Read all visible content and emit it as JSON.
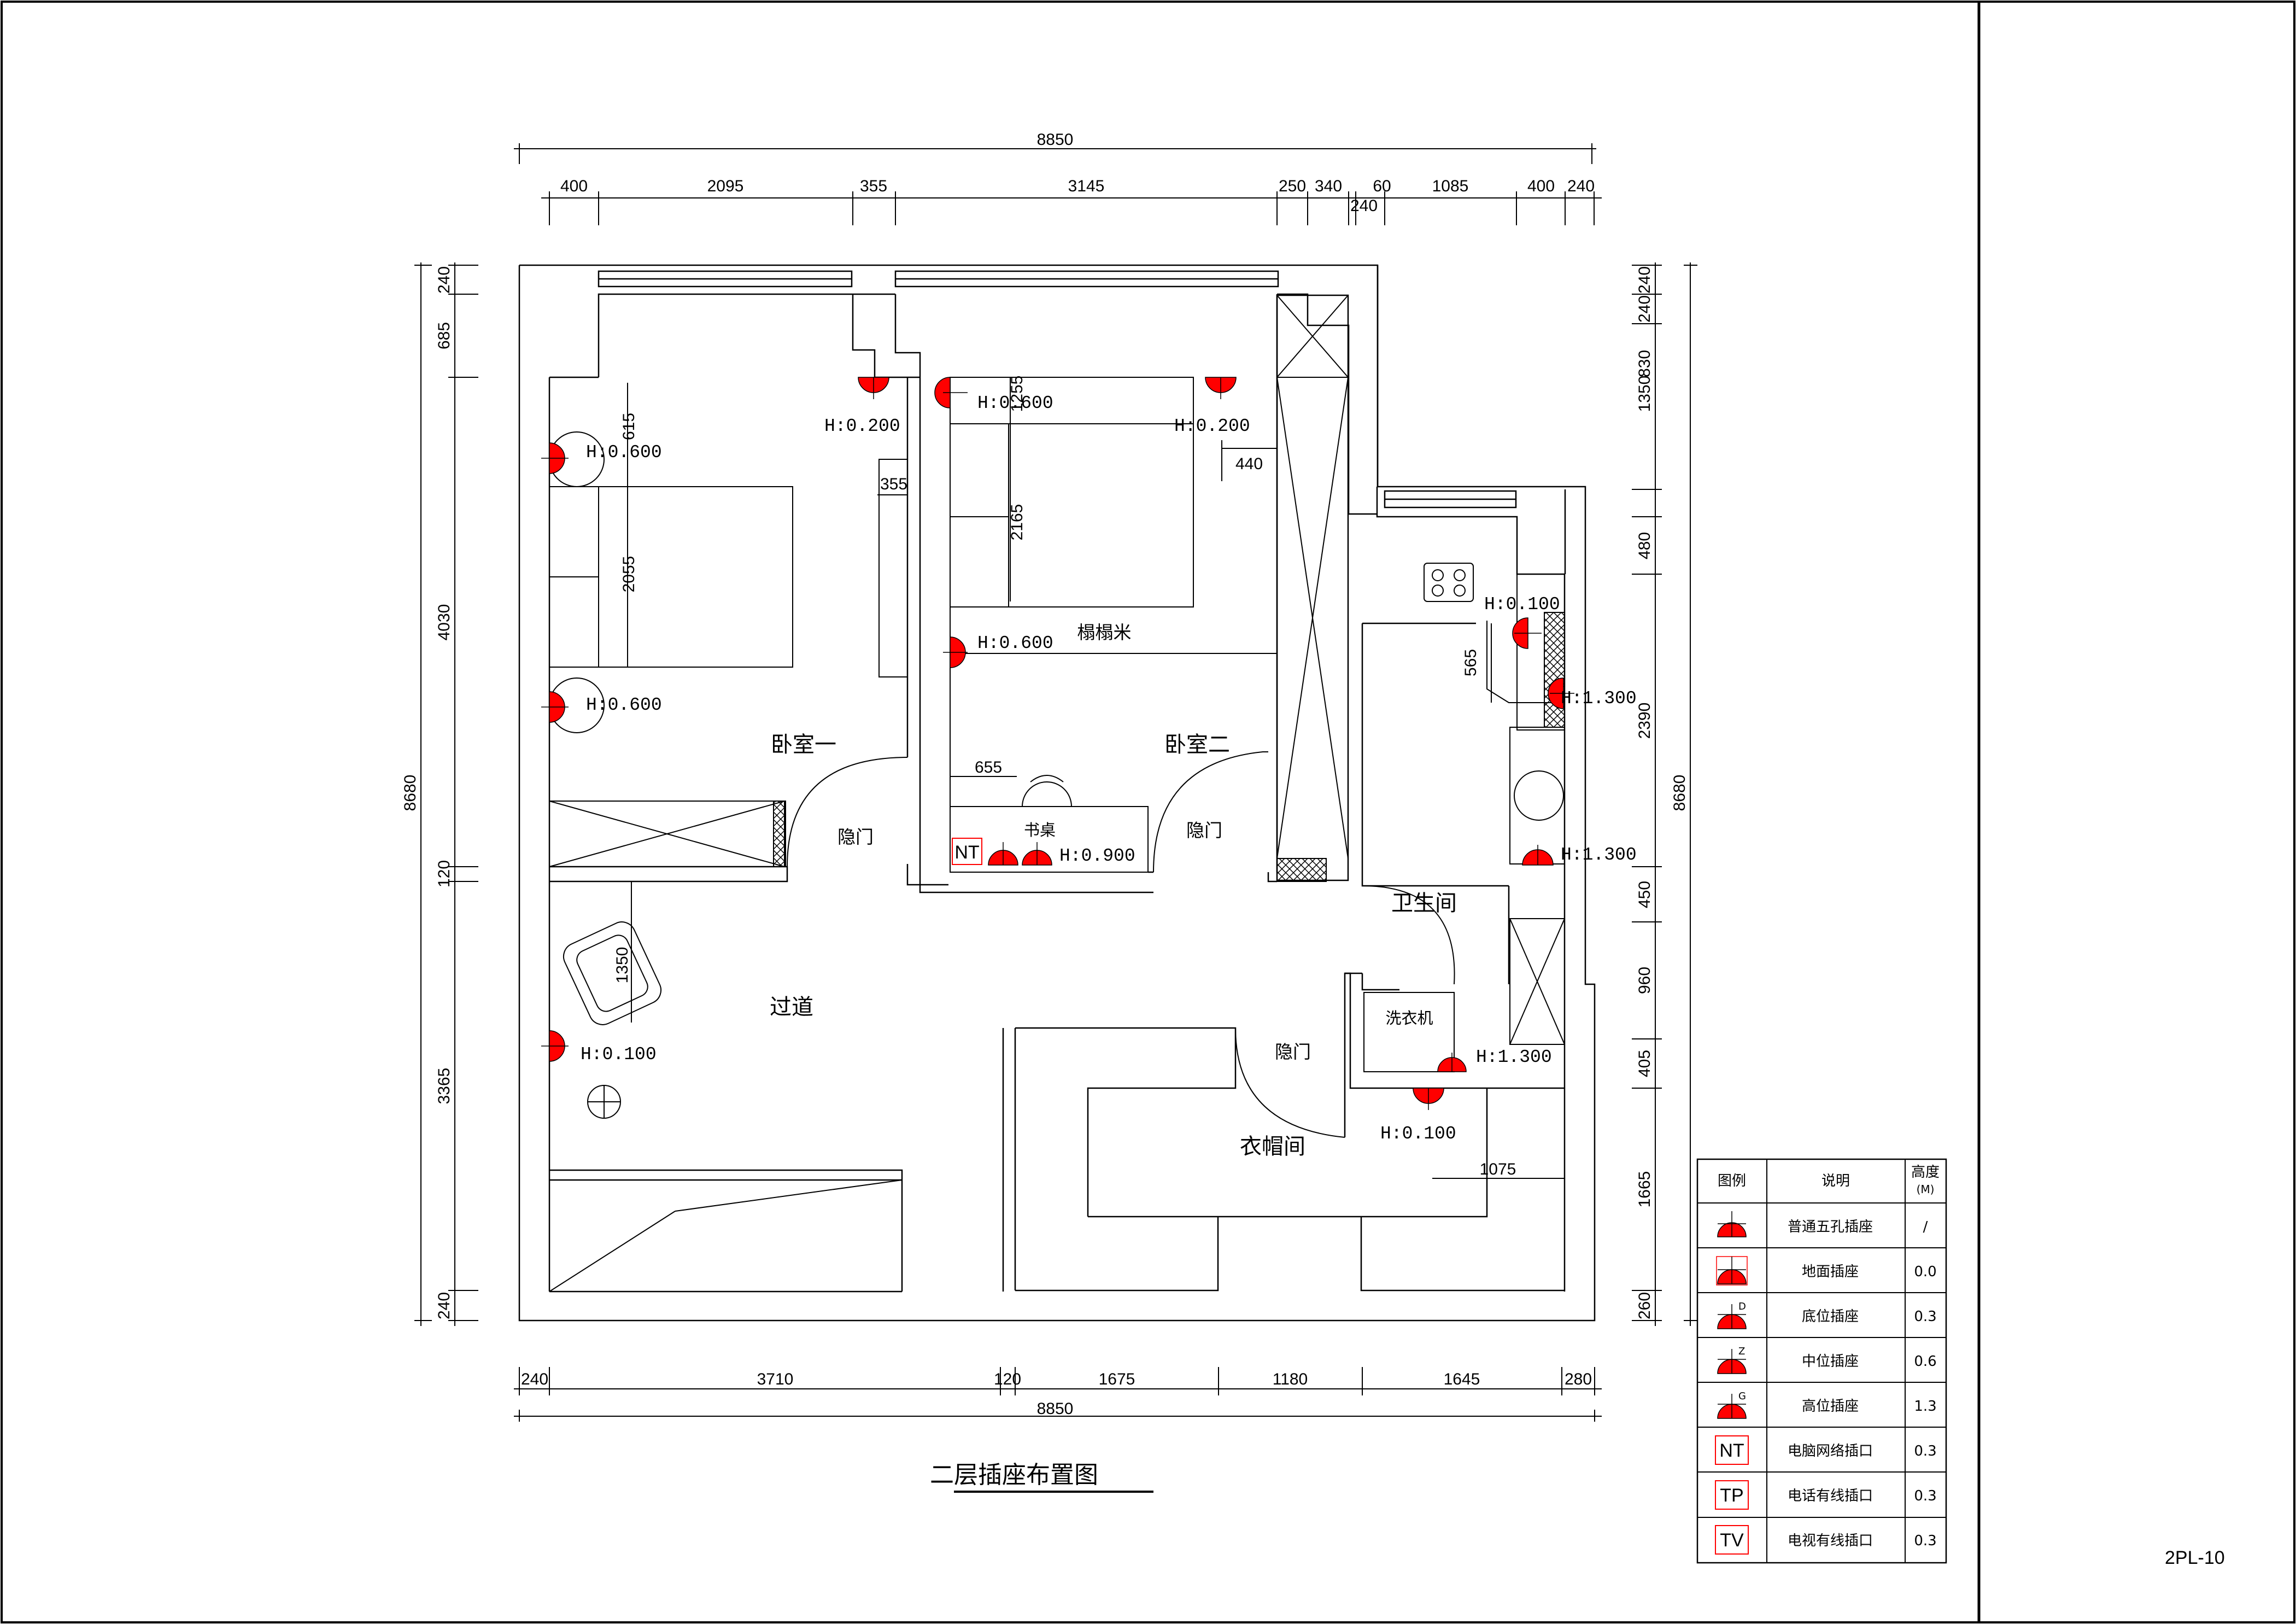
{
  "dims": {
    "top_total": "8850",
    "top_parts": [
      "400",
      "2095",
      "355",
      "3145",
      "250",
      "340",
      "60",
      "240",
      "1085",
      "400",
      "240"
    ],
    "bottom_total": "8850",
    "bottom_parts": [
      "240",
      "3710",
      "120",
      "1675",
      "1180",
      "1645",
      "280"
    ],
    "left_total": "8680",
    "left_parts": [
      "240",
      "685",
      "4030",
      "120",
      "3365",
      "240"
    ],
    "right_total": "8680",
    "right_parts": [
      "240",
      "240",
      "1350",
      "830",
      "480",
      "2390",
      "450",
      "960",
      "405",
      "1665",
      "260"
    ],
    "inner": [
      "615",
      "355",
      "2055",
      "1350",
      "2165",
      "1255",
      "440",
      "655",
      "565",
      "1075"
    ]
  },
  "rooms": {
    "bedroom1": "卧室一",
    "bedroom2": "卧室二",
    "tatami": "榻榻米",
    "desk": "书桌",
    "corridor": "过道",
    "bathroom": "卫生间",
    "washer": "洗衣机",
    "cloakroom": "衣帽间",
    "hidden_door_1": "隐门",
    "hidden_door_2": "隐门",
    "hidden_door_3": "隐门"
  },
  "heights": {
    "h1": "H:0.200",
    "h2": "H:0.600",
    "h3": "H:0.600",
    "h4": "H:0.600",
    "h5": "H:0.200",
    "h6": "H:0.600",
    "h7": "H:0.900",
    "h8": "H:0.100",
    "h9": "H:0.100",
    "h10": "H:1.300",
    "h11": "H:1.300",
    "h12": "H:1.300",
    "h13": "H:0.100"
  },
  "socket_codes": {
    "nt": "NT"
  },
  "title": "二层插座布置图",
  "drawing_no": "2PL-10",
  "legend": {
    "headers": [
      "图例",
      "说明",
      "高度",
      "(M)"
    ],
    "rows": [
      {
        "symbol": "socket-icon",
        "tag": "",
        "desc": "普通五孔插座",
        "height": "/"
      },
      {
        "symbol": "floor-socket-icon",
        "tag": "",
        "desc": "地面插座",
        "height": "0.0"
      },
      {
        "symbol": "low-socket-icon",
        "tag": "D",
        "desc": "底位插座",
        "height": "0.3"
      },
      {
        "symbol": "mid-socket-icon",
        "tag": "Z",
        "desc": "中位插座",
        "height": "0.6"
      },
      {
        "symbol": "high-socket-icon",
        "tag": "G",
        "desc": "高位插座",
        "height": "1.3"
      },
      {
        "symbol": "network-outlet-icon",
        "tag": "NT",
        "desc": "电脑网络插口",
        "height": "0.3"
      },
      {
        "symbol": "phone-outlet-icon",
        "tag": "TP",
        "desc": "电话有线插口",
        "height": "0.3"
      },
      {
        "symbol": "tv-outlet-icon",
        "tag": "TV",
        "desc": "电视有线插口",
        "height": "0.3"
      }
    ]
  },
  "colors": {
    "socket": "#ff0000",
    "line": "#000000",
    "background": "#ffffff"
  }
}
